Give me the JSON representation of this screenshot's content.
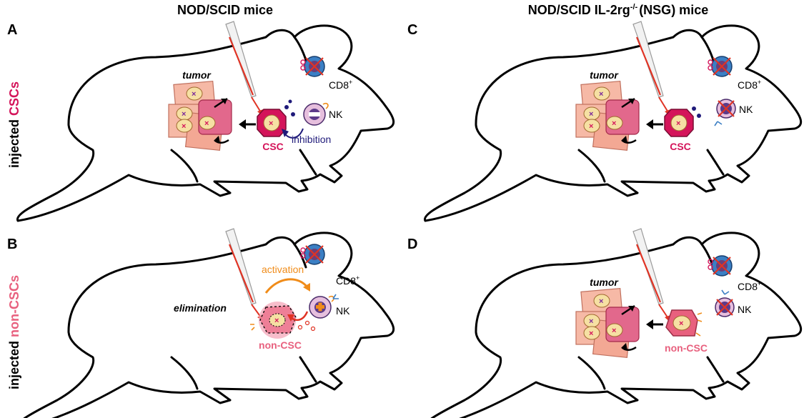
{
  "headers": {
    "left": "NOD/SCID mice",
    "right_prefix": "NOD/SCID IL-2rg",
    "right_super": "-/-",
    "right_suffix": "(NSG) mice"
  },
  "row_labels": {
    "top_prefix": "injected ",
    "top_highlight": "CSCs",
    "bottom_prefix": "injected ",
    "bottom_highlight": "non-CSCs"
  },
  "colors": {
    "csc_red": "#d4145a",
    "non_csc_pink": "#e8607e",
    "inhibition_blue": "#1f1a7a",
    "activation_orange": "#f08c1a",
    "injection_red": "#e03324",
    "tumor_pink": "#f6b9a6",
    "tcell_blue": "#3b7fc4"
  },
  "panels": {
    "A": {
      "letter": "A",
      "tumor_label": "tumor",
      "cell_label": "CSC",
      "cd8_label": "CD8",
      "cd8_super": "+",
      "nk_label": "NK",
      "effect_label": "inhibition"
    },
    "B": {
      "letter": "B",
      "tumor_label": "elimination",
      "cell_label": "non-CSC",
      "cd8_label": "CD8",
      "cd8_super": "+",
      "nk_label": "NK",
      "effect_label": "activation"
    },
    "C": {
      "letter": "C",
      "tumor_label": "tumor",
      "cell_label": "CSC",
      "cd8_label": "CD8",
      "cd8_super": "+",
      "nk_label": "NK"
    },
    "D": {
      "letter": "D",
      "tumor_label": "tumor",
      "cell_label": "non-CSC",
      "cd8_label": "CD8",
      "cd8_super": "+",
      "nk_label": "NK"
    }
  }
}
